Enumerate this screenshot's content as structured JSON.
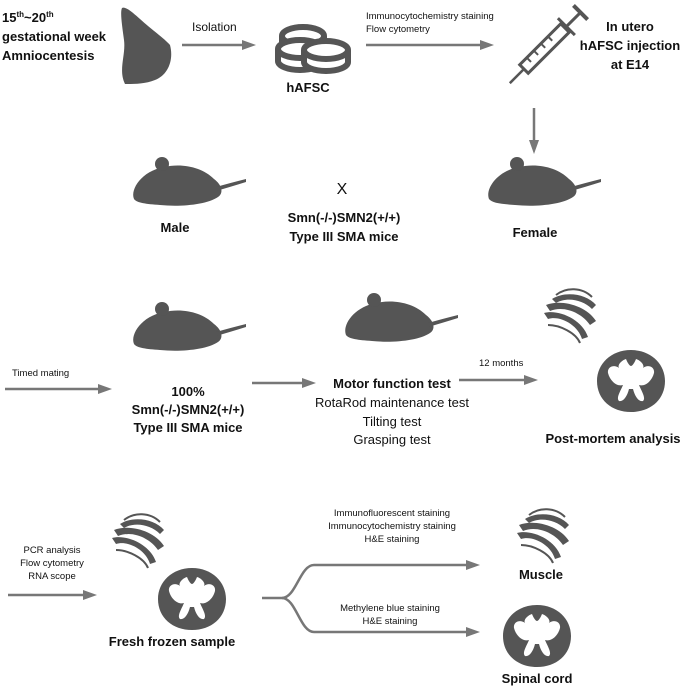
{
  "colors": {
    "shape": "#555555",
    "arrow": "#777777",
    "text": "#111111"
  },
  "top": {
    "week_prefix": "15",
    "week_sup1": "th",
    "week_sep": "~20",
    "week_sup2": "th",
    "gestational_week": "gestational week",
    "amniocentesis": "Amniocentesis",
    "isolation": "Isolation",
    "hafsc": "hAFSC",
    "staining_1": "Immunocytochemistry staining",
    "staining_2": "Flow cytometry",
    "injection_1": "In utero",
    "injection_2": "hAFSC injection",
    "injection_3": "at E14"
  },
  "cross": {
    "symbol": "X",
    "male": "Male",
    "female": "Female",
    "genotype": "Smn(-/-)SMN2(+/+)",
    "type": "Type III SMA mice"
  },
  "middle": {
    "timed_mating": "Timed mating",
    "percent": "100%",
    "genotype": "Smn(-/-)SMN2(+/+)",
    "type": "Type III SMA mice",
    "motor_title": "Motor function test",
    "motor_tests": [
      "RotaRod maintenance test",
      "Tilting test",
      "Grasping test"
    ],
    "months": "12 months",
    "postmortem": "Post-mortem analysis"
  },
  "bottom": {
    "analysis": [
      "PCR analysis",
      "Flow cytometry",
      "RNA scope"
    ],
    "fresh_frozen": "Fresh frozen sample",
    "muscle_stains": [
      "Immunofluorescent staining",
      "Immunocytochemistry staining",
      "H&E staining"
    ],
    "muscle": "Muscle",
    "cord_stains": [
      "Methylene blue staining",
      "H&E staining"
    ],
    "spinal_cord": "Spinal cord"
  }
}
